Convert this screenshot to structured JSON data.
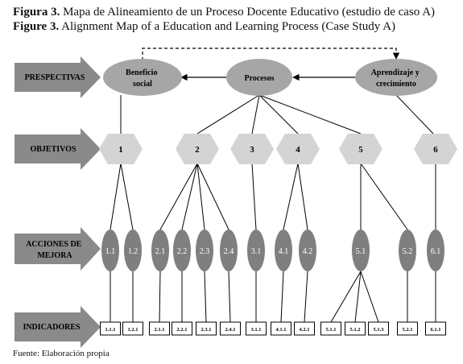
{
  "caption": {
    "es_prefix": "Figura 3.",
    "es_text": " Mapa de Alineamiento de un Proceso Docente Educativo (estudio de caso A)",
    "en_prefix": "Figure 3.",
    "en_text": " Alignment Map of a Education and Learning Process (Case Study A)"
  },
  "source": "Fuente: Elaboración propia",
  "row_labels": {
    "perspectivas": [
      "PRESPECTIVAS"
    ],
    "objetivos": [
      "OBJETIVOS"
    ],
    "acciones": [
      "ACCIONES DE",
      "MEJORA"
    ],
    "indicadores": [
      "INDICADORES"
    ]
  },
  "perspectives": {
    "beneficio": [
      "Beneficio",
      "social"
    ],
    "procesos": [
      "Procesos"
    ],
    "aprendizaje": [
      "Aprendizaje y",
      "crecimiento"
    ]
  },
  "objectives": [
    "1",
    "2",
    "3",
    "4",
    "5",
    "6"
  ],
  "actions": [
    "1.1",
    "1.2",
    "2.1",
    "2.2",
    "2.3",
    "2.4",
    "3.1",
    "4.1",
    "4.2",
    "5.1",
    "5.2",
    "6.1"
  ],
  "indicators": [
    "1.1.1",
    "1.2.1",
    "2.1.1",
    "2.2.1",
    "2.3.1",
    "2.4.1",
    "3.1.1",
    "4.1.1",
    "4.2.1",
    "5.1.1",
    "5.1.2",
    "5.1.3",
    "5.2.1",
    "6.1.1"
  ],
  "colors": {
    "arrow_fill": "#8a8a8a",
    "ellipse_fill": "#a6a6a6",
    "hexagon_fill": "#d4d4d4",
    "action_fill": "#7f7f7f",
    "indicator_fill": "#ffffff"
  }
}
